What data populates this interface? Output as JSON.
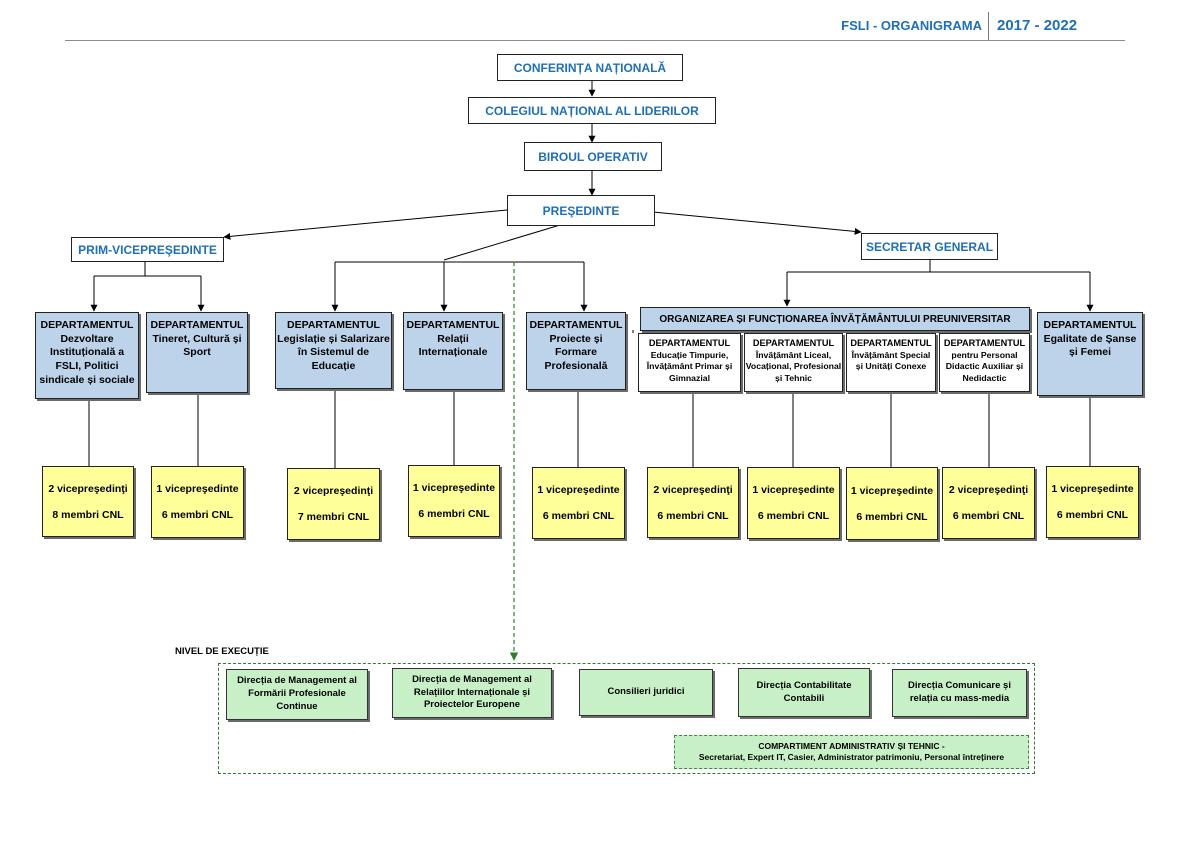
{
  "header": {
    "org": "FSLI - ORGANIGRAMA",
    "period": "2017 - 2022"
  },
  "top": {
    "conferinta": "CONFERINȚA NAȚIONALĂ",
    "colegiul": "COLEGIUL NAȚIONAL AL LIDERILOR",
    "biroul": "BIROUL OPERATIV",
    "presedinte": "PREŞEDINTE",
    "prim_vice": "PRIM-VICEPREŞEDINTE",
    "secretar": "SECRETAR GENERAL"
  },
  "departments": [
    {
      "title": "DEPARTAMENTUL",
      "name": "Dezvoltare Instituțională a FSLI, Politici sindicale și sociale"
    },
    {
      "title": "DEPARTAMENTUL",
      "name": "Tineret, Cultură și Sport"
    },
    {
      "title": "DEPARTAMENTUL",
      "name": "Legislație și Salarizare în Sistemul de Educație"
    },
    {
      "title": "DEPARTAMENTUL",
      "name": "Relații Internaționale"
    },
    {
      "title": "DEPARTAMENTUL",
      "name": "Proiecte și Formare Profesională"
    },
    {
      "title": "DEPARTAMENTUL",
      "name": "Egalitate de Șanse și Femei"
    }
  ],
  "organizarea": {
    "title": "ORGANIZAREA ȘI FUNCȚIONAREA ÎNVĂȚĂMÂNTULUI PREUNIVERSITAR",
    "subs": [
      {
        "title": "DEPARTAMENTUL",
        "name": "Educație Timpurie, Învățământ Primar și Gimnazial"
      },
      {
        "title": "DEPARTAMENTUL",
        "name": "Învățământ Liceal, Vocațional, Profesional și Tehnic"
      },
      {
        "title": "DEPARTAMENTUL",
        "name": "Învățământ Special și Unități Conexe"
      },
      {
        "title": "DEPARTAMENTUL",
        "name": "pentru Personal Didactic Auxiliar și Nedidactic"
      }
    ]
  },
  "counts": [
    {
      "vice": "2 vicepreşedinţi",
      "members": "8 membri CNL"
    },
    {
      "vice": "1 vicepreşedinte",
      "members": "6 membri CNL"
    },
    {
      "vice": "2 vicepreşedinţi",
      "members": "7 membri CNL"
    },
    {
      "vice": "1 vicepreşedinte",
      "members": "6 membri CNL"
    },
    {
      "vice": "1 vicepreşedinte",
      "members": "6 membri CNL"
    },
    {
      "vice": "2 vicepreşedinţi",
      "members": "6 membri CNL"
    },
    {
      "vice": "1 vicepreşedinte",
      "members": "6 membri CNL"
    },
    {
      "vice": "1 vicepreşedinte",
      "members": "6 membri CNL"
    },
    {
      "vice": "2 vicepreşedinţi",
      "members": "6 membri CNL"
    },
    {
      "vice": "1 vicepreşedinte",
      "members": "6 membri CNL"
    }
  ],
  "executie": {
    "label": "NIVEL DE EXECUȚIE",
    "boxes": [
      "Direcția de Management al Formării Profesionale Continue",
      "Direcția de Management al Relațiilor Internaționale și Proiectelor Europene",
      "Consilieri juridici",
      "Direcția Contabilitate Contabili",
      "Direcția Comunicare și relația cu mass-media"
    ],
    "compartiment_title": "COMPARTIMENT ADMINISTRATIV ȘI TEHNIC -",
    "compartiment_detail": "Secretariat, Expert IT, Casier, Administrator patrimoniu, Personal întreținere"
  }
}
